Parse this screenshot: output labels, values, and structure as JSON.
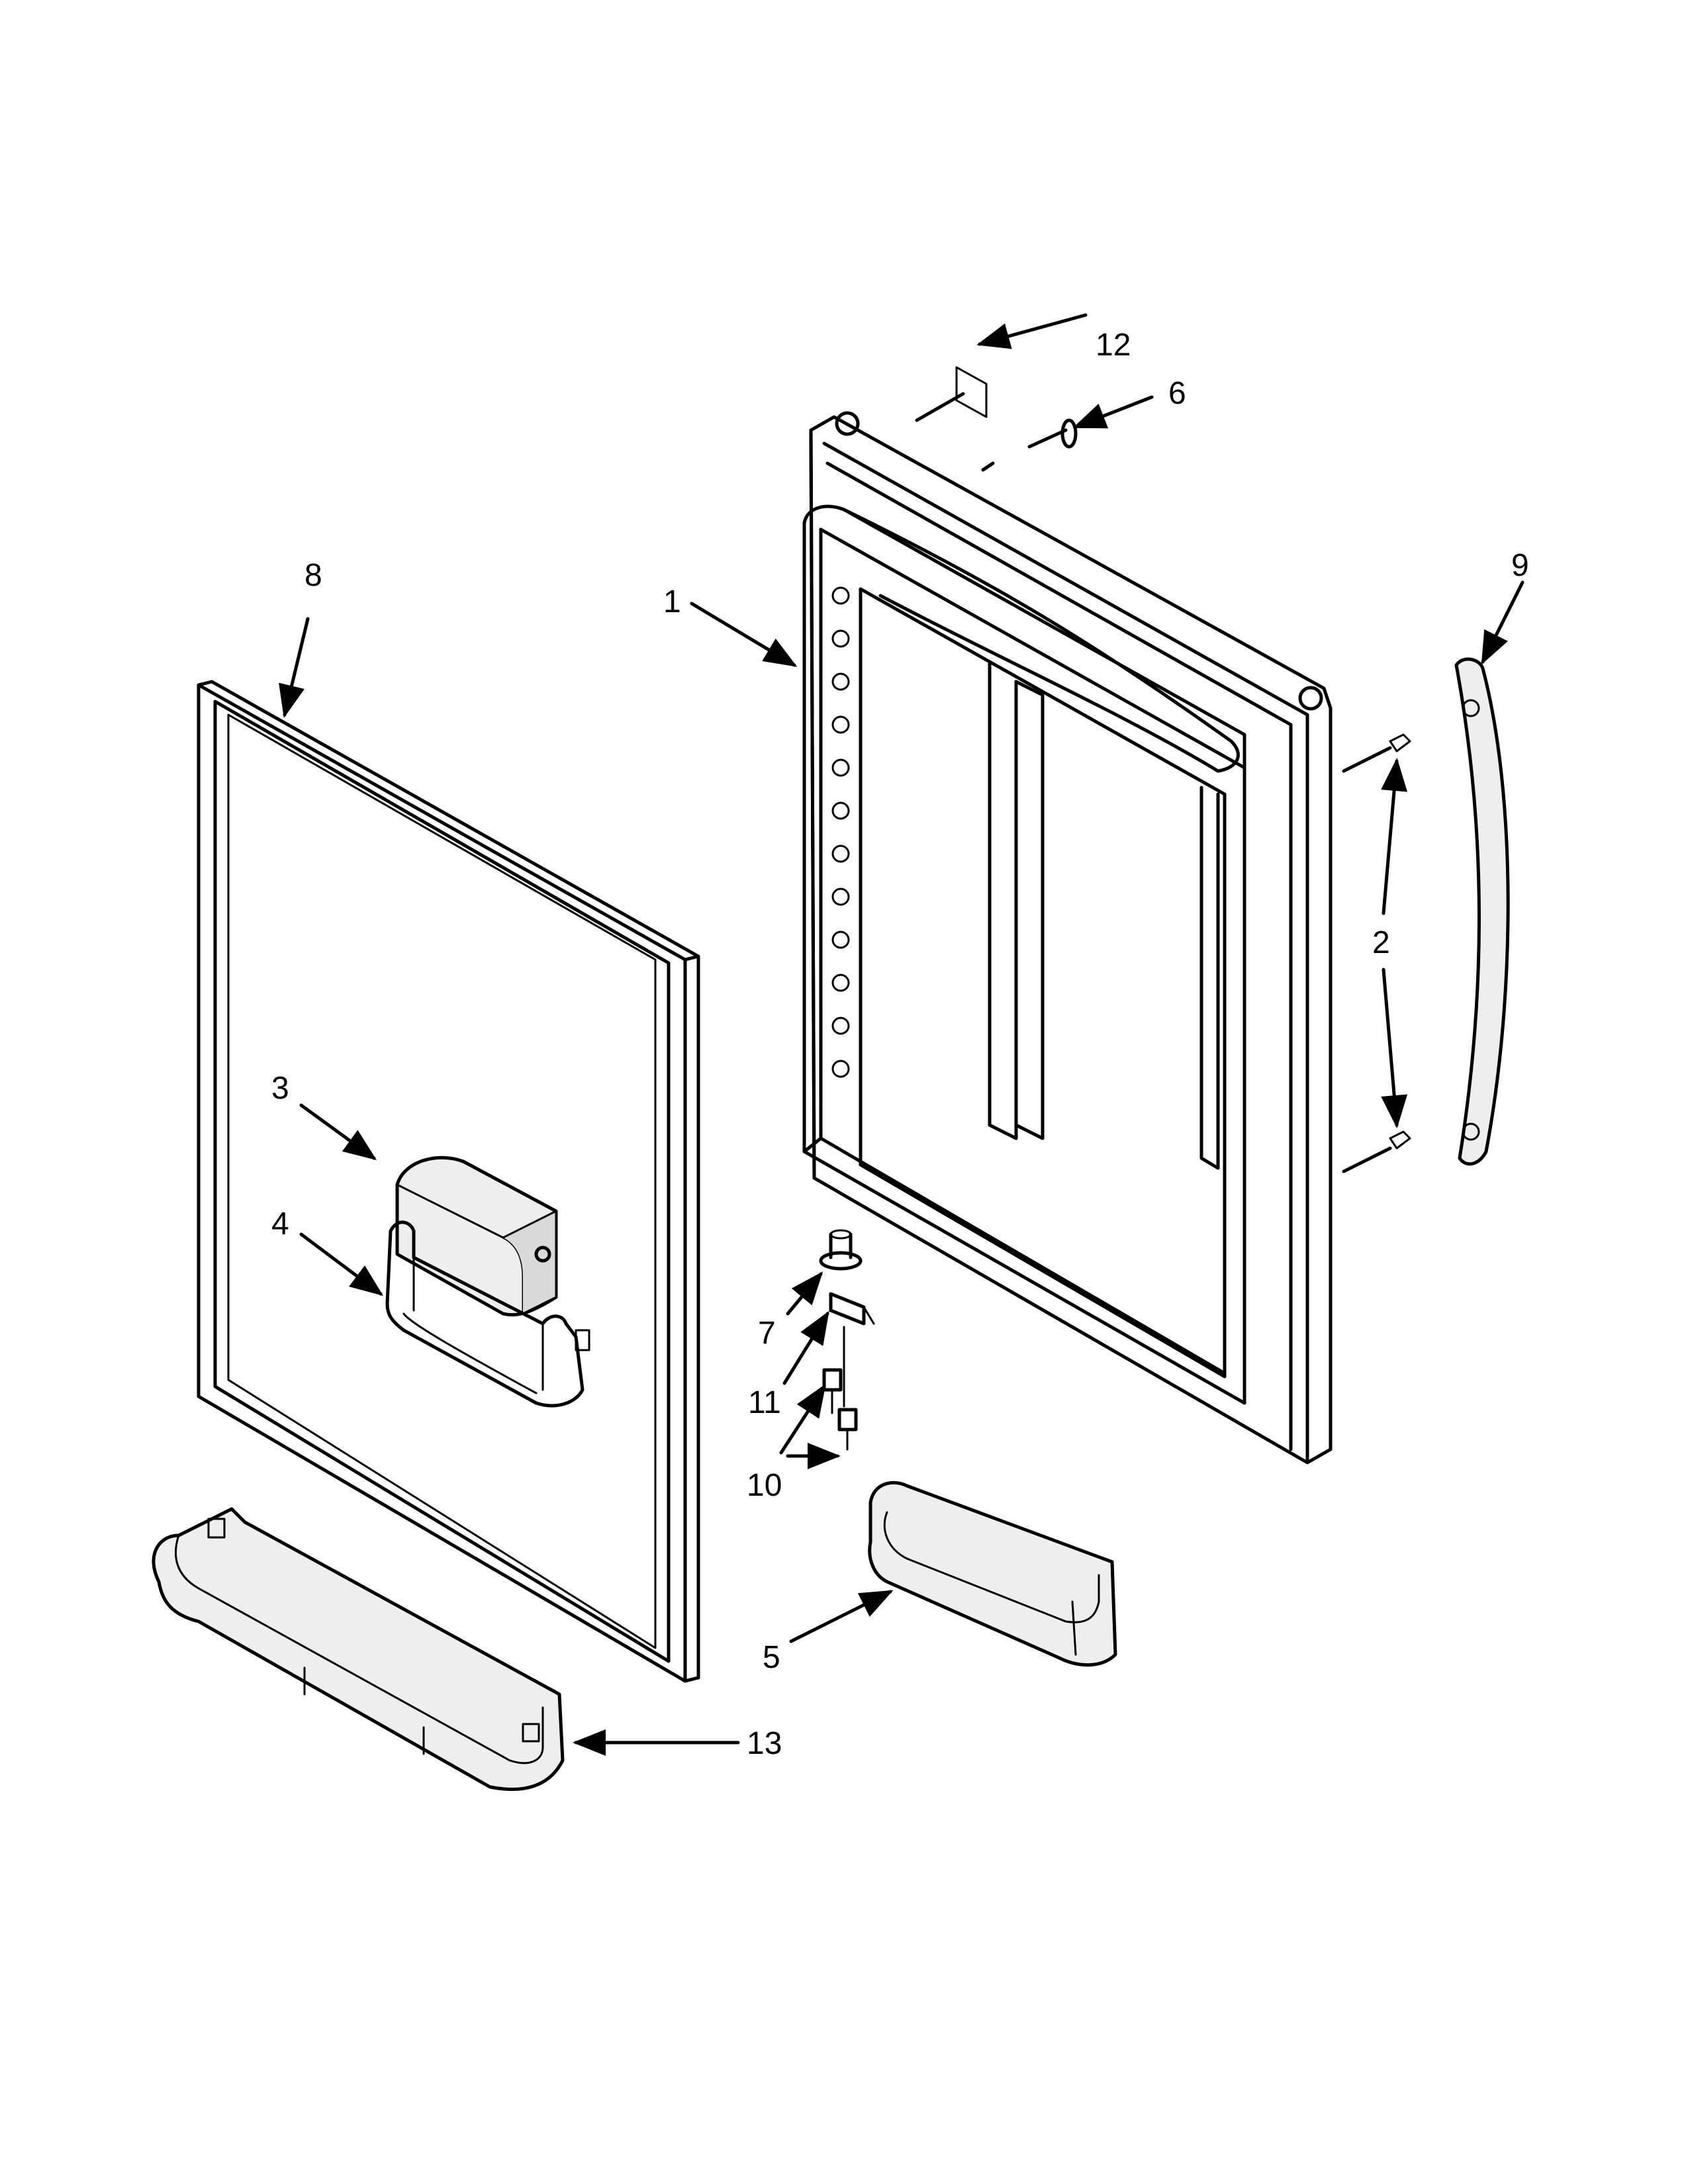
{
  "callouts": [
    {
      "id": "1",
      "text": "1"
    },
    {
      "id": "2",
      "text": "2"
    },
    {
      "id": "3",
      "text": "3"
    },
    {
      "id": "4",
      "text": "4"
    },
    {
      "id": "5",
      "text": "5"
    },
    {
      "id": "6",
      "text": "6"
    },
    {
      "id": "7",
      "text": "7"
    },
    {
      "id": "8",
      "text": "8"
    },
    {
      "id": "9",
      "text": "9"
    },
    {
      "id": "10",
      "text": "10"
    },
    {
      "id": "11",
      "text": "11"
    },
    {
      "id": "12",
      "text": "12"
    },
    {
      "id": "13",
      "text": "13"
    }
  ],
  "colors": {
    "line": "#000000",
    "shade": "#d9d9d9",
    "background": "#ffffff"
  }
}
